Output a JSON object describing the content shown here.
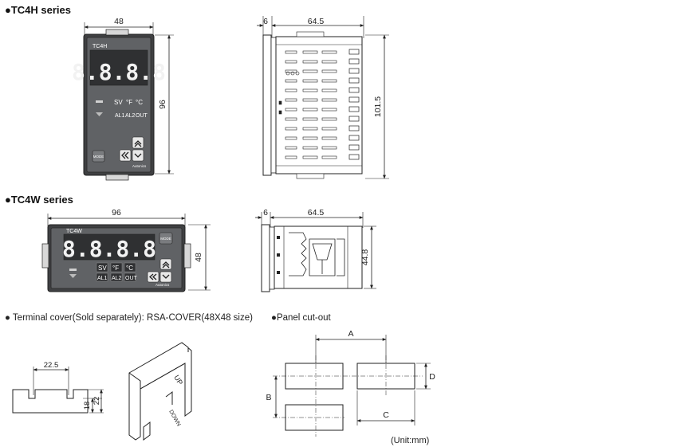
{
  "tc4h": {
    "title": "●TC4H series",
    "width": "48",
    "height": "96",
    "depth_bezel": "6",
    "depth": "64.5",
    "side_height": "101.5",
    "model_label": "TC4H",
    "display": "8.8.8.8",
    "sv_label": "SV",
    "f_label": "°F",
    "c_label": "°C",
    "al1_label": "AL1",
    "al2_label": "AL2",
    "out_label": "OUT",
    "mode_label": "MODE",
    "brand": "Autonics"
  },
  "tc4w": {
    "title": "●TC4W series",
    "width": "96",
    "height": "48",
    "depth_bezel": "6",
    "depth": "64.5",
    "side_height": "44.8",
    "model_label": "TC4W",
    "display": "8.8.8.8",
    "sv_label": "SV",
    "f_label": "°F",
    "c_label": "°C",
    "al1_label": "AL1",
    "al2_label": "AL2",
    "out_label": "OUT",
    "mode_label": "MODE",
    "brand": "Autonics"
  },
  "terminal_cover": {
    "title": "● Terminal cover(Sold separately): RSA-COVER(48X48 size)",
    "width": "22.5",
    "height_inner": "18",
    "height_outer": "22",
    "up_label": "UP",
    "down_label": "DOWN"
  },
  "panel_cutout": {
    "title": "●Panel cut-out",
    "a": "A",
    "b": "B",
    "c": "C",
    "d": "D",
    "unit": "(Unit:mm)"
  },
  "colors": {
    "line": "#222222",
    "bezel": "#4a4a4a",
    "face": "#5e6063",
    "display": "#2e2f31",
    "button": "#e8e8e8"
  }
}
